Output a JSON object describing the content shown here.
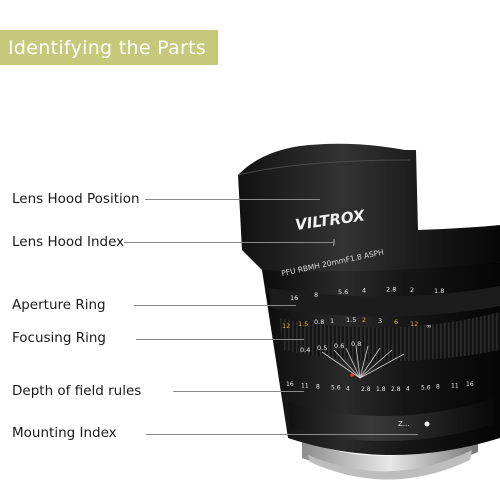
{
  "banner": {
    "title": "Identifying the Parts",
    "color": "#c6c97a"
  },
  "labels": {
    "hood_position": "Lens Hood Position",
    "hood_index": "Lens Hood Index",
    "aperture_ring": "Aperture Ring",
    "focusing_ring": "Focusing Ring",
    "dof_rules": "Depth of field rules",
    "mounting_index": "Mounting Index"
  },
  "lens": {
    "brand": "VILTROX",
    "model": "PFU RBMH 20mmF1.8 ASPH",
    "aperture_scale": [
      "16",
      "8",
      "5.6",
      "4",
      "2.8",
      "2",
      "1.8"
    ],
    "distance_ft": [
      "12",
      "1.5",
      "0.8",
      "1",
      "1.5",
      "2",
      "3",
      "6",
      "12",
      "∞"
    ],
    "distance_m": [
      "0.4",
      "0.5",
      "0.6",
      "0.8"
    ],
    "dof_scale": [
      "16",
      "11",
      "8",
      "5.6",
      "4",
      "2.8",
      "1.8",
      "2.8",
      "4",
      "5.6",
      "8",
      "11",
      "16"
    ],
    "origin": "Z...",
    "hood_mark": "J"
  }
}
